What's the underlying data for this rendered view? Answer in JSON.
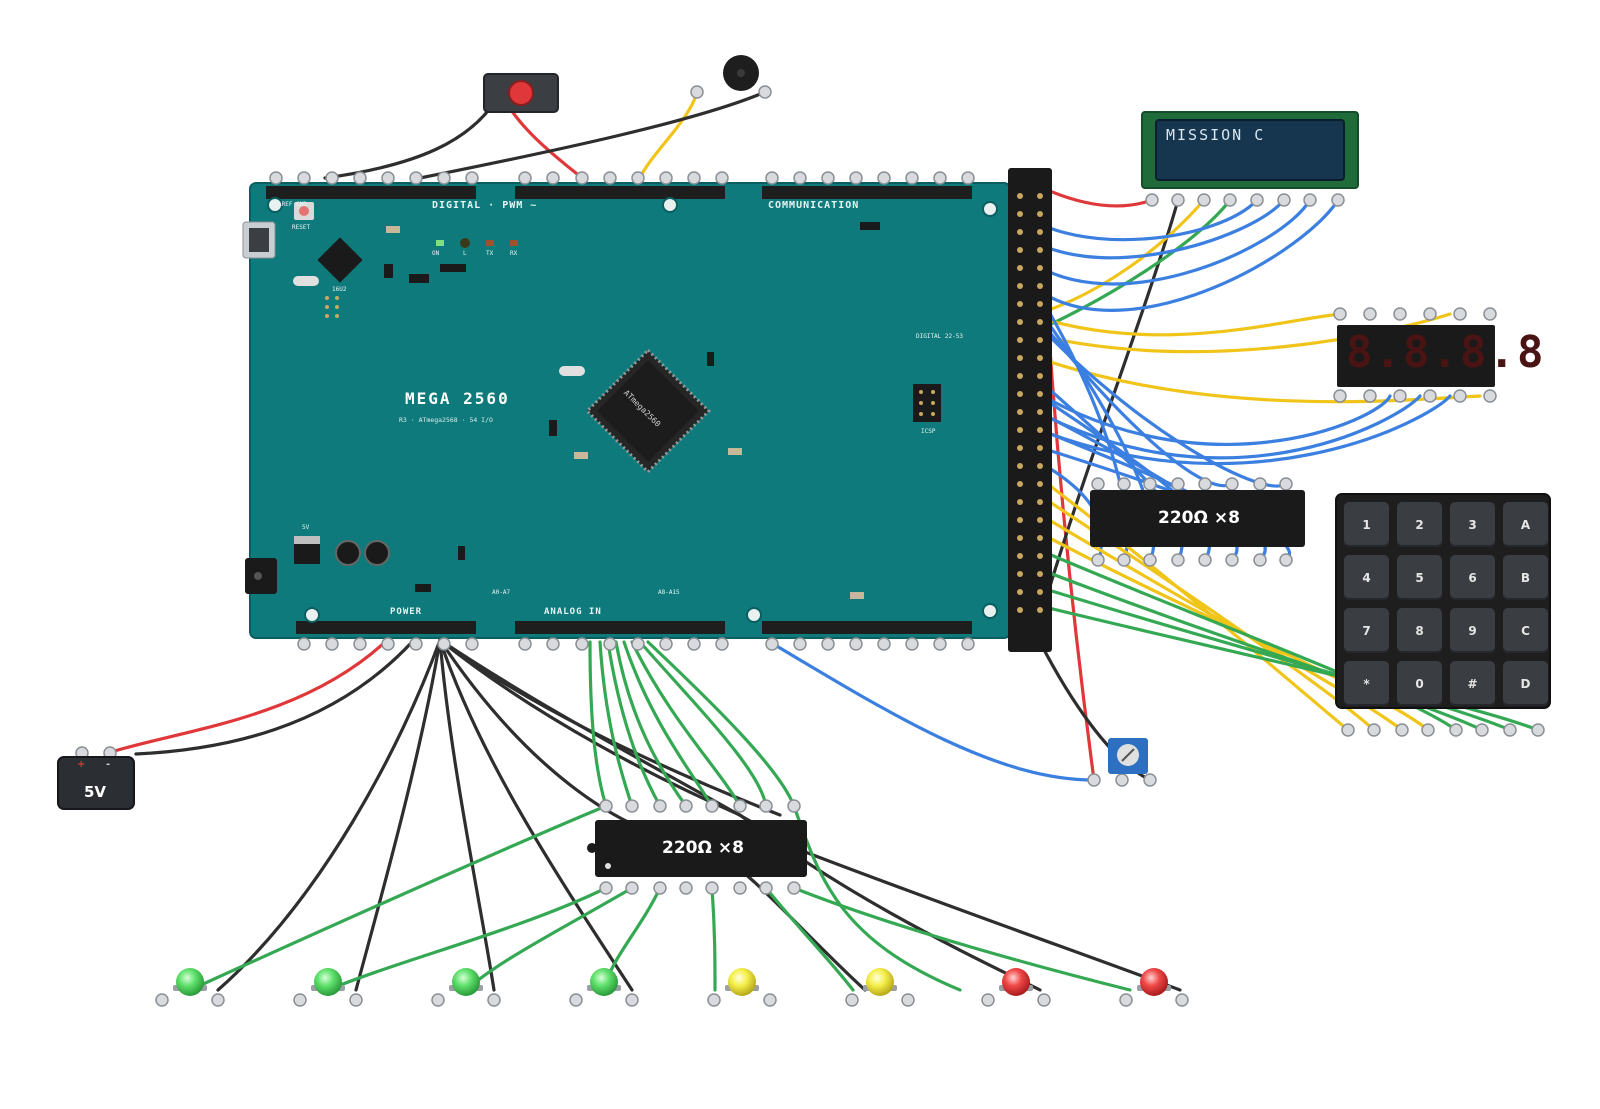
{
  "board": {
    "name": "MEGA 2560",
    "subtitle": "R3 · ATmega2568 · 54 I/O",
    "chip_label": "ATmega2560",
    "header_digital_pwm": "DIGITAL · PWM ~",
    "header_communication": "COMMUNICATION",
    "header_power": "POWER",
    "header_analog": "ANALOG IN",
    "label_a0_a7": "A0-A7",
    "label_a8_a15": "A8-A15",
    "label_digital_22_53": "DIGITAL 22-53",
    "label_icsp": "ICSP",
    "label_reset": "RESET",
    "label_aref": "AREF GND",
    "label_16u2": "16U2",
    "label_5v": "5V",
    "led_labels": [
      "ON",
      "L",
      "TX",
      "RX"
    ],
    "color": "#0f7a7c"
  },
  "lcd": {
    "text": "MISSION C",
    "bezel_color": "#1f6b3a"
  },
  "seven_segment": {
    "digits": "8.8.8.8"
  },
  "keypad": {
    "keys": [
      "1",
      "2",
      "3",
      "A",
      "4",
      "5",
      "6",
      "B",
      "7",
      "8",
      "9",
      "C",
      "*",
      "0",
      "#",
      "D"
    ]
  },
  "resistor_top": {
    "label": "220Ω ×8"
  },
  "resistor_bottom": {
    "label": "220Ω ×8"
  },
  "battery": {
    "label": "5V",
    "plus": "+",
    "minus": "-"
  },
  "leds": [
    "green",
    "green",
    "green",
    "green",
    "yellow",
    "yellow",
    "red",
    "red"
  ],
  "wire_colors": {
    "red": "#e0383a",
    "black": "#2e2e2e",
    "blue": "#3b7fe0",
    "yellow": "#f0c419",
    "green": "#34a853"
  }
}
